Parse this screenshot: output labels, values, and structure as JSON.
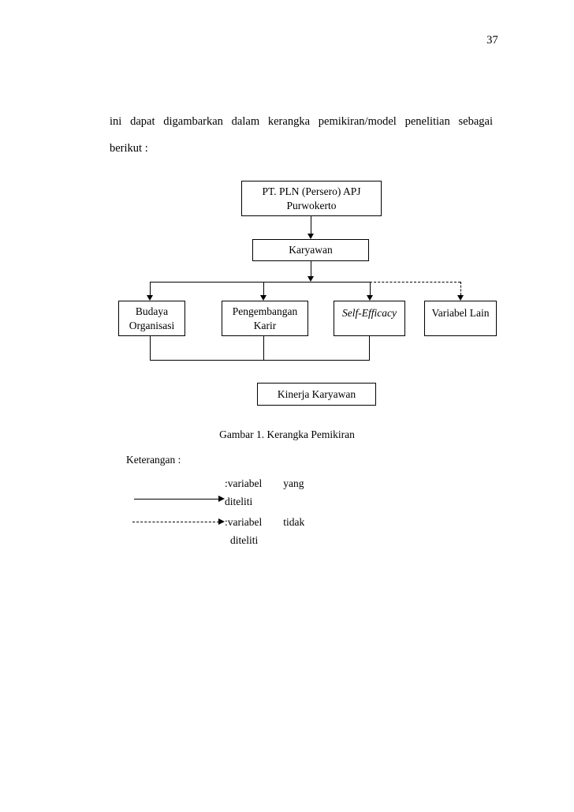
{
  "page": {
    "number": "37"
  },
  "body": {
    "line1": "ini dapat digambarkan dalam kerangka pemikiran/model penelitian sebagai",
    "line2": "berikut :"
  },
  "diagram": {
    "nodes": {
      "company": "PT. PLN (Persero) APJ Purwokerto",
      "company_line1": "PT. PLN (Persero) APJ",
      "company_line2": "Purwokerto",
      "employee": "Karyawan",
      "culture_line1": "Budaya",
      "culture_line2": "Organisasi",
      "career_line1": "Pengembangan",
      "career_line2": "Karir",
      "self_efficacy": "Self-Efficacy",
      "other_variable": "Variabel Lain",
      "performance": "Kinerja Karyawan"
    }
  },
  "caption": "Gambar 1. Kerangka Pemikiran",
  "legend": {
    "title": "Keterangan :",
    "item1_line1": ":variabel        yang",
    "item1_line2": "diteliti",
    "item2_line1": ":variabel        tidak",
    "item2_line2": "diteliti"
  }
}
